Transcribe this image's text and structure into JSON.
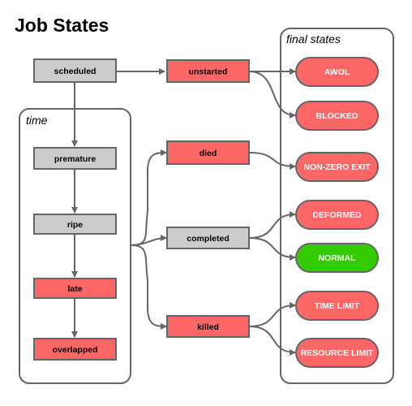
{
  "title": "Job States",
  "groups": {
    "time": "time",
    "final": "final states"
  },
  "states": {
    "scheduled": "scheduled",
    "premature": "premature",
    "ripe": "ripe",
    "late": "late",
    "overlapped": "overlapped",
    "unstarted": "unstarted",
    "died": "died",
    "completed": "completed",
    "killed": "killed"
  },
  "final_states": {
    "awol": "AWOL",
    "blocked": "BLOCKED",
    "nonzero_exit": "NON-ZERO EXIT",
    "deformed": "DEFORMED",
    "normal": "NORMAL",
    "time_limit": "TIME LIMIT",
    "resource_limit": "RESOURCE LIMIT"
  },
  "colors": {
    "gray_state": "#cccccc",
    "red_state": "#ff6666",
    "green_state": "#33cc00",
    "stroke": "#666666"
  }
}
